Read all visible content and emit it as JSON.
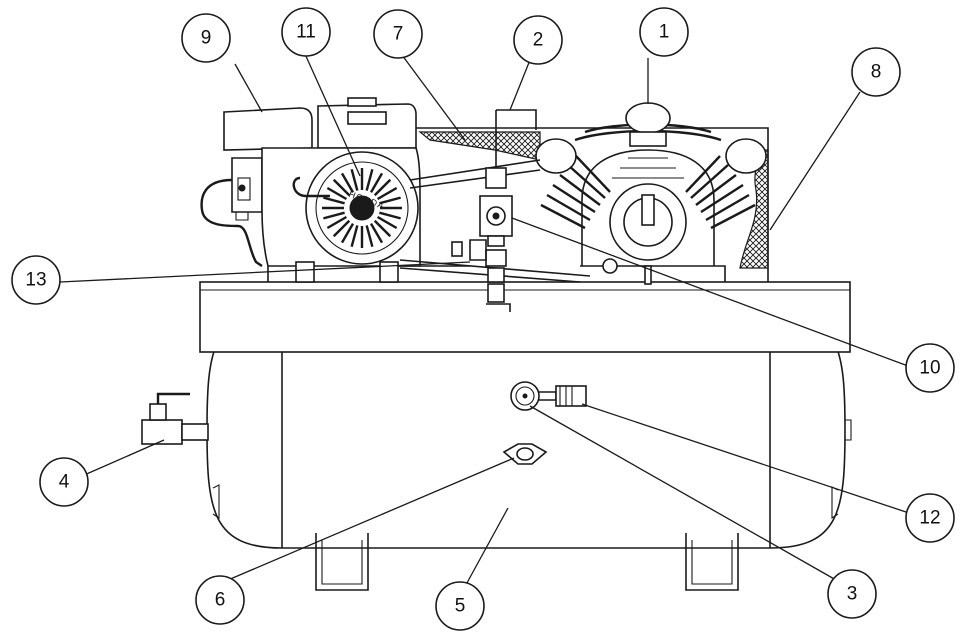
{
  "diagram": {
    "callouts": [
      {
        "id": "c1",
        "label": "1"
      },
      {
        "id": "c2",
        "label": "2"
      },
      {
        "id": "c3",
        "label": "3"
      },
      {
        "id": "c4",
        "label": "4"
      },
      {
        "id": "c5",
        "label": "5"
      },
      {
        "id": "c6",
        "label": "6"
      },
      {
        "id": "c7",
        "label": "7"
      },
      {
        "id": "c8",
        "label": "8"
      },
      {
        "id": "c9",
        "label": "9"
      },
      {
        "id": "c10",
        "label": "10"
      },
      {
        "id": "c11",
        "label": "11"
      },
      {
        "id": "c12",
        "label": "12"
      },
      {
        "id": "c13",
        "label": "13"
      }
    ],
    "engine_brand": "HONDA"
  },
  "colors": {
    "ink": "#1a1a1a",
    "paper": "#ffffff"
  }
}
